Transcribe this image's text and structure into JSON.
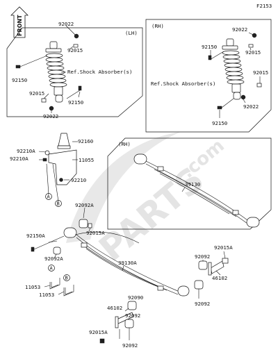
{
  "figure_code": "F2153",
  "front_badge": "FRONT",
  "watermark": {
    "brand": "PARTS",
    "domain": ".com"
  },
  "panel_lh": {
    "side_label": "(LH)",
    "ref_label": "Ref.Shock Absorber(s)",
    "callouts": {
      "top_nut": "92022",
      "top_washer": "92015",
      "top_bolt": "92150",
      "bottom_washer": "92015",
      "bottom_nut": "92022",
      "bottom_bolt": "92150"
    }
  },
  "panel_rh_shock": {
    "side_label": "(RH)",
    "ref_label": "Ref.Shock Absorber(s)",
    "callouts": {
      "top_nut": "92022",
      "top_washer": "92015",
      "top_bolt": "92150",
      "bottom_washer": "92015",
      "bottom_nut": "92022",
      "bottom_bolt": "92150"
    }
  },
  "bracket": {
    "bump_stop": "92160",
    "nut": "92210A",
    "nut2": "92210A",
    "bracket": "11055",
    "bolt": "92210",
    "ref_a": "A",
    "ref_b": "B"
  },
  "panel_rh_spring": {
    "side_label": "(RH)",
    "spring": "39130"
  },
  "lower": {
    "bushing_top": "92092A",
    "washer_top": "92015A",
    "bolt_left": "92150A",
    "bushing_left": "92092A",
    "spring": "39130A",
    "ubolt_a_ref": "A",
    "ubolt_b_ref": "B",
    "ubolt_a": "11053",
    "ubolt_b": "11053",
    "shackle_washer": "92015A",
    "shackle_bushing_upper": "92092",
    "shackle_bushing_lower": "92092",
    "shackle_right": "46102",
    "shackle_bushing_mid": "92090",
    "shackle_left": "46102",
    "bushing_bottom": "92092",
    "washer_bottom": "92015A",
    "bushing_bottom2": "92092"
  }
}
